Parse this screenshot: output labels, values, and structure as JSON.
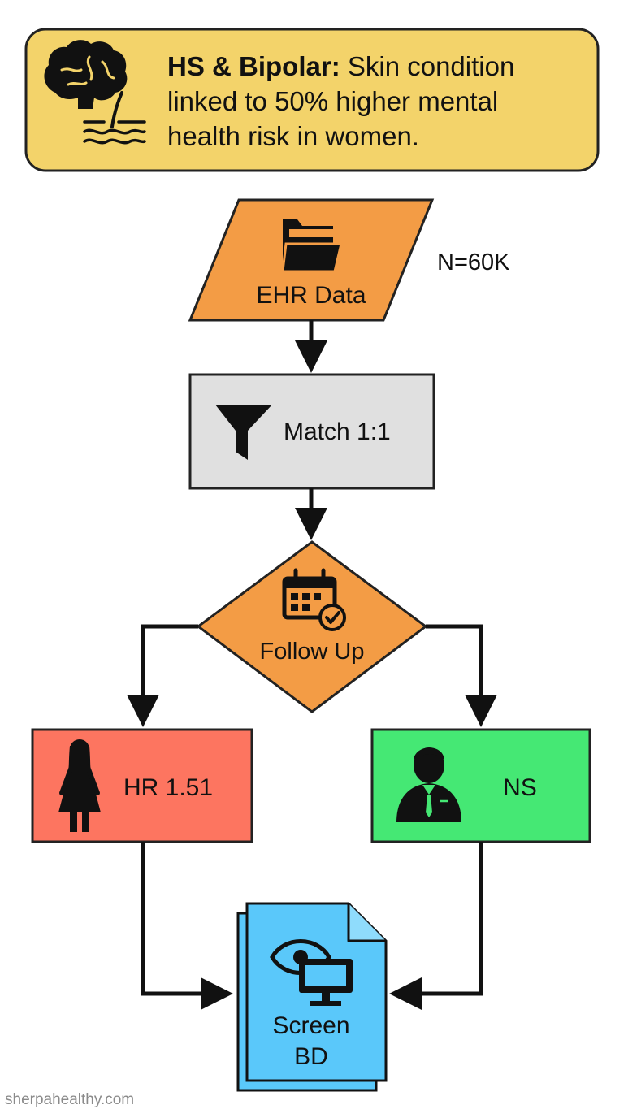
{
  "header": {
    "title_bold": "HS & Bipolar:",
    "title_rest": "Skin condition linked to 50% higher mental health risk in women."
  },
  "nodes": {
    "ehr": {
      "label": "EHR Data",
      "icon": "folder-icon"
    },
    "sample_size": "N=60K",
    "match": {
      "label": "Match 1:1",
      "icon": "funnel-icon"
    },
    "followup": {
      "label": "Follow Up",
      "icon": "calendar-check-icon"
    },
    "women": {
      "label": "HR 1.51",
      "icon": "woman-icon"
    },
    "men": {
      "label": "NS",
      "icon": "man-icon"
    },
    "screen": {
      "label_line1": "Screen",
      "label_line2": "BD",
      "icon": "eye-monitor-icon"
    }
  },
  "footer": {
    "url": "sherpahealthy.com"
  },
  "colors": {
    "header_bg": "#f3d36a",
    "orange": "#f39c45",
    "gray": "#e0e0e0",
    "red": "#fd7560",
    "green": "#45e874",
    "blue": "#5ac8fa"
  }
}
